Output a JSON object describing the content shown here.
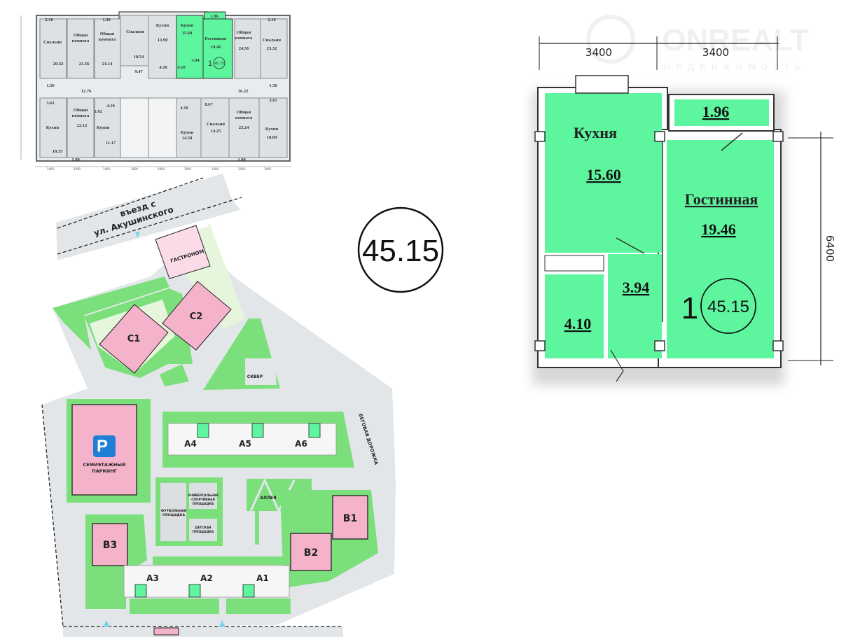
{
  "watermark": {
    "brand": "ONREALT",
    "tagline": "недвижимость"
  },
  "apartment_badge": "45.15",
  "mini_plan": {
    "labels": [
      "2.10",
      "Спальня",
      "20.32",
      "Общая",
      "комната",
      "21.56",
      "Общая",
      "комната",
      "21.14",
      "1.56",
      "Спальня",
      "18.54",
      "9.47",
      "Кухня",
      "13.90",
      "4.10",
      "Кухня",
      "15.60",
      "4.10",
      "3.94",
      "1.96",
      "Гостинная",
      "19.46",
      "1",
      "45.15",
      "Общая",
      "комната",
      "24.56",
      "2.10",
      "Спальня",
      "23.32",
      "1.56",
      "12.76",
      "3.61",
      "Общая",
      "комната",
      "22.12",
      "3.92",
      "4.10",
      "Кухня",
      "11.17",
      "Кухня",
      "18.35",
      "1.80",
      "4.10",
      "Кухня",
      "14.58",
      "8.67",
      "Спальня",
      "14.25",
      "16.22",
      "Общая",
      "комната",
      "23.24",
      "1.56",
      "3.61",
      "Кухня",
      "18.84",
      "1.80"
    ],
    "dims": [
      "3400",
      "3400",
      "3400",
      "3600",
      "3000",
      "3400",
      "3400",
      "3400",
      "3400"
    ]
  },
  "site_plan": {
    "entrance_line1": "въезд с",
    "entrance_line2": "ул. Акушинского",
    "gastronom": "ГАСТРОНОМ",
    "c1": "C1",
    "c2": "C2",
    "square": "СКВЕР",
    "parking_line1": "СЕМИЭТАЖНЫЙ",
    "parking_line2": "ПАРКИНГ",
    "parking_icon": "P",
    "a4": "A4",
    "a5": "A5",
    "a6": "A6",
    "running_track": "БЕГОВАЯ ДОРОЖКА",
    "football_line1": "ФУТБОЛЬНАЯ",
    "football_line2": "ПЛОЩАДКА",
    "sport_line1": "УНИВЕРСАЛЬНАЯ",
    "sport_line2": "СПОРТИВНАЯ",
    "sport_line3": "ПЛОЩАДКА",
    "kids_line1": "ДЕТСКАЯ",
    "kids_line2": "ПЛОЩАДКА",
    "alley": "АЛЛЕЯ",
    "b1": "B1",
    "b2": "B2",
    "b3": "B3",
    "a1": "A1",
    "a2": "A2",
    "a3": "A3"
  },
  "detail_plan": {
    "dim_top_1": "3400",
    "dim_top_2": "3400",
    "dim_right": "6400",
    "kitchen_label": "Кухня",
    "kitchen_area": "15.60",
    "living_label": "Гостинная",
    "living_area": "19.46",
    "balcony_area": "1.96",
    "hall_area": "3.94",
    "bath_area": "4.10",
    "rooms_count": "1",
    "total_area": "45.15"
  },
  "colors": {
    "room_green": "#5ef59f",
    "building_pink": "#f4b3cb",
    "lawn_green": "#7be07b",
    "road_gray": "#e3e6e8",
    "entry_cyan": "#7fd4ec"
  }
}
